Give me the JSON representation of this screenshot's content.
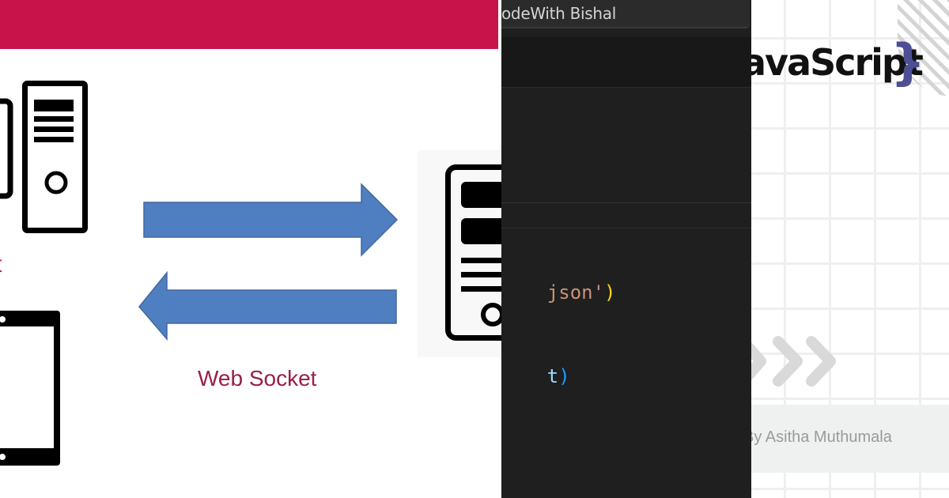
{
  "diagram": {
    "banner_color": "#c8124a",
    "client_label_fragment": "t",
    "connection_label": "Web Socket",
    "arrow_color": "#4f7fc0",
    "icons": [
      "desktop-computer-icon",
      "server-tower-icon",
      "tablet-icon",
      "server-icon",
      "arrow-right-icon",
      "arrow-left-icon"
    ]
  },
  "editor": {
    "tab_title": "odeWith Bishal",
    "code_lines": [
      {
        "string": "json'",
        "close": ")"
      },
      {
        "ident": "t",
        "close": ")"
      }
    ]
  },
  "cover": {
    "title": "avaScript",
    "brace": "}",
    "brace_color": "#4c4f94",
    "author": "By Asitha Muthumala",
    "icons": [
      "double-chevron-right-icon"
    ]
  }
}
